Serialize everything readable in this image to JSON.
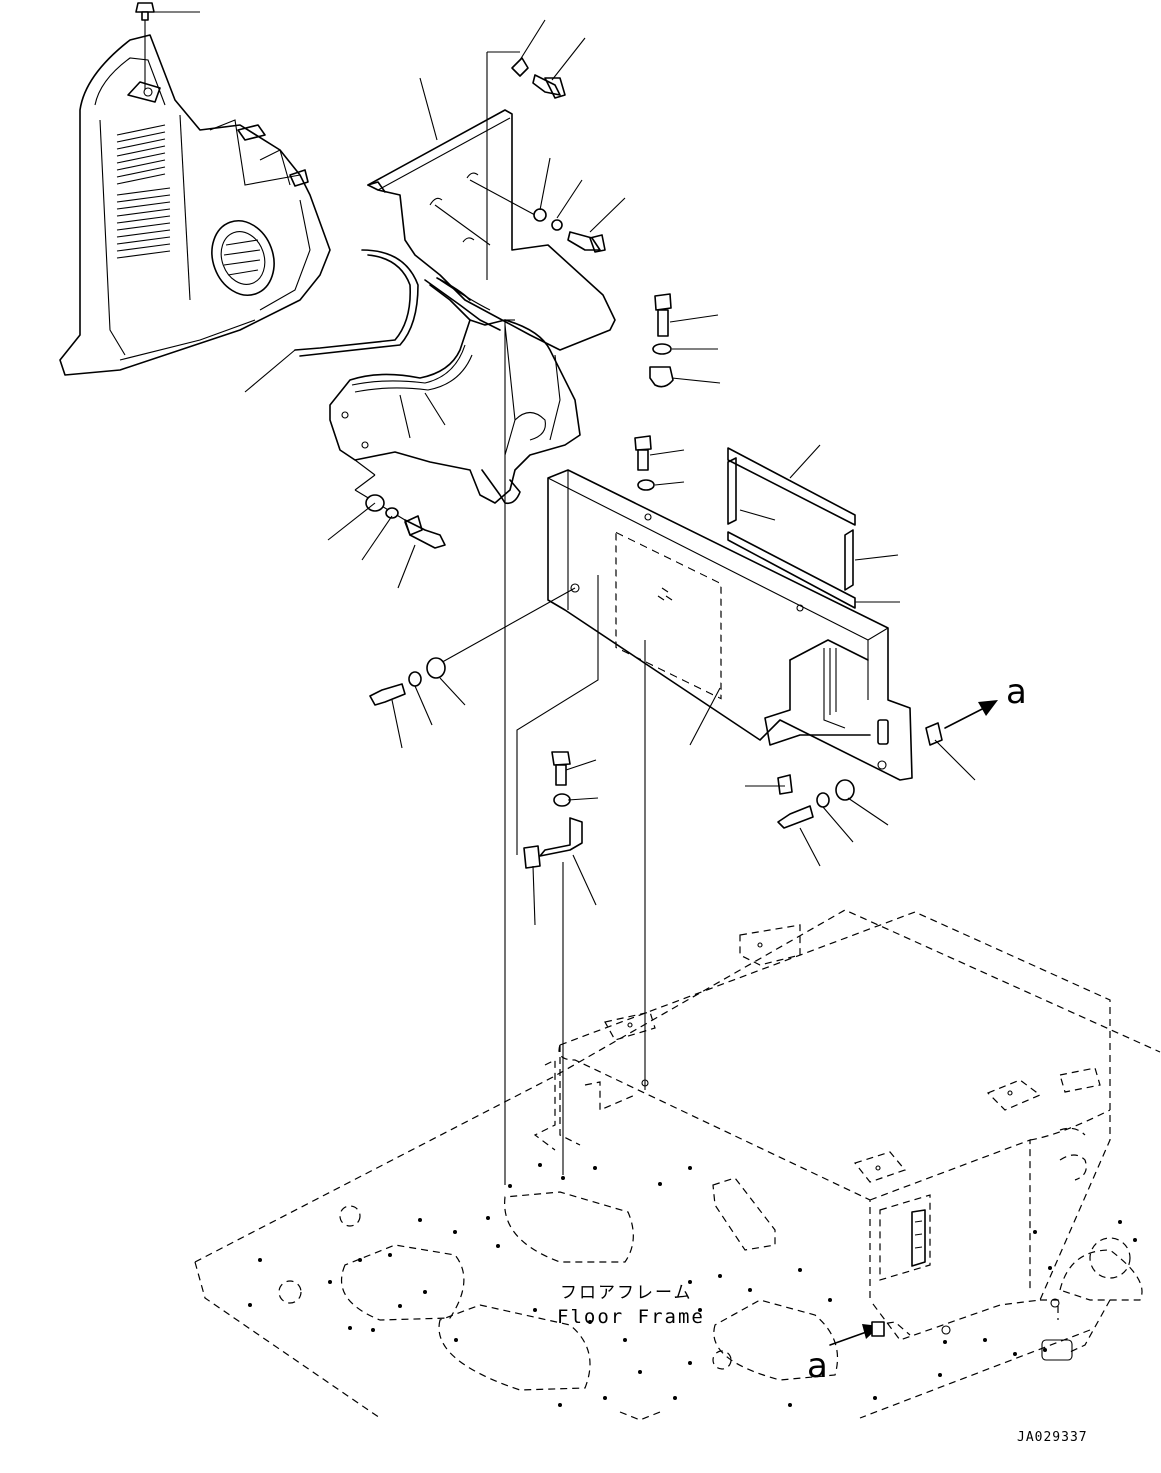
{
  "labels": {
    "floor_frame_jp": "フロアフレーム",
    "floor_frame_en": "Floor Frame",
    "view_marker_top": "a",
    "view_marker_bottom": "a",
    "drawing_code": "JA029337"
  },
  "colors": {
    "line": "#000000",
    "background": "#ffffff"
  }
}
